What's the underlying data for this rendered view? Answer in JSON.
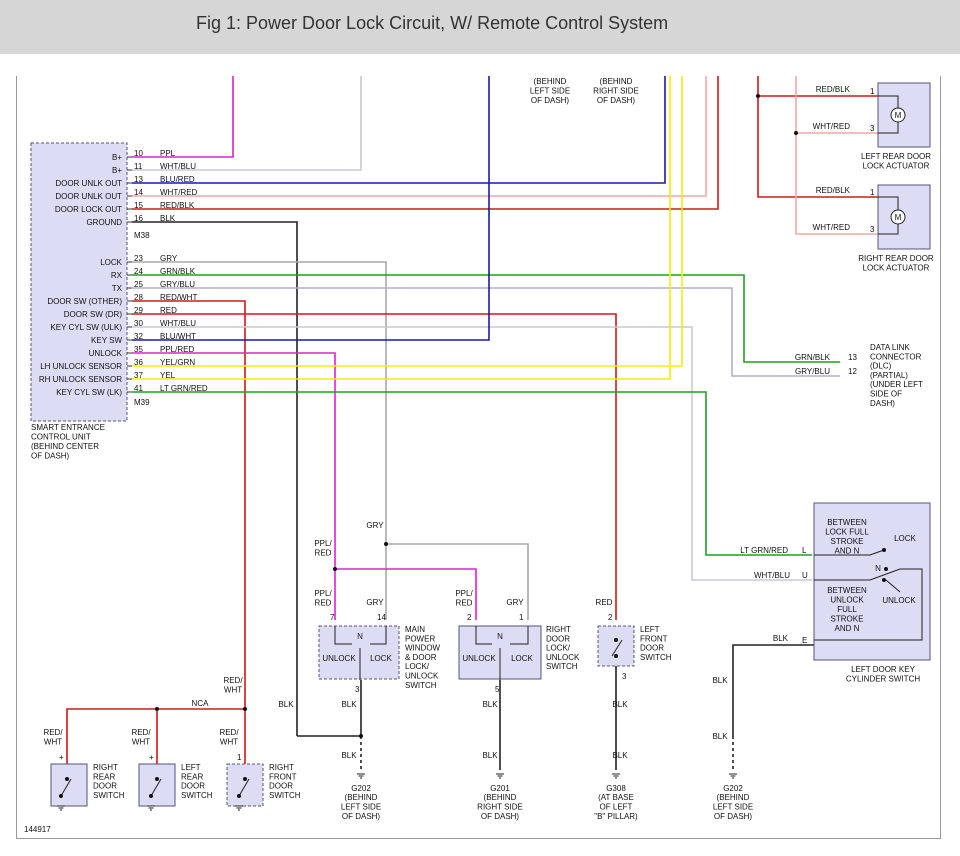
{
  "title": "Fig 1: Power Door Lock Circuit, W/ Remote Control System",
  "figure_number": "144917",
  "colors": {
    "ppl": "#e020d0",
    "wht": "#c8c8d8",
    "blu": "#1a1aa8",
    "red": "#d01818",
    "pink": "#f0a8a8",
    "yel": "#f0f000",
    "grn": "#20a020",
    "gry": "#a8a8a8",
    "blk": "#222222",
    "box_fill": "#dcdcf5"
  },
  "seu": {
    "name_lines": [
      "SMART ENTRANCE",
      "CONTROL UNIT",
      "(BEHIND CENTER",
      "OF DASH)"
    ],
    "connector_a": "M38",
    "connector_b": "M39",
    "pins": [
      {
        "label": "B+",
        "pin": "10",
        "wire": "PPL",
        "color": "ppl"
      },
      {
        "label": "B+",
        "pin": "11",
        "wire": "WHT/BLU",
        "color": "wht"
      },
      {
        "label": "DOOR UNLK OUT",
        "pin": "13",
        "wire": "BLU/RED",
        "color": "blu"
      },
      {
        "label": "DOOR UNLK OUT",
        "pin": "14",
        "wire": "WHT/RED",
        "color": "pink"
      },
      {
        "label": "DOOR LOCK OUT",
        "pin": "15",
        "wire": "RED/BLK",
        "color": "red"
      },
      {
        "label": "GROUND",
        "pin": "16",
        "wire": "BLK",
        "color": "blk"
      },
      {
        "label": "LOCK",
        "pin": "23",
        "wire": "GRY",
        "color": "gry"
      },
      {
        "label": "RX",
        "pin": "24",
        "wire": "GRN/BLK",
        "color": "grn"
      },
      {
        "label": "TX",
        "pin": "25",
        "wire": "GRY/BLU",
        "color": "gry"
      },
      {
        "label": "DOOR SW (OTHER)",
        "pin": "28",
        "wire": "RED/WHT",
        "color": "red"
      },
      {
        "label": "DOOR SW (DR)",
        "pin": "29",
        "wire": "RED",
        "color": "red"
      },
      {
        "label": "KEY CYL SW (ULK)",
        "pin": "30",
        "wire": "WHT/BLU",
        "color": "wht"
      },
      {
        "label": "KEY SW",
        "pin": "32",
        "wire": "BLU/WHT",
        "color": "wht"
      },
      {
        "label": "UNLOCK",
        "pin": "35",
        "wire": "PPL/RED",
        "color": "ppl"
      },
      {
        "label": "LH UNLOCK SENSOR",
        "pin": "36",
        "wire": "YEL/GRN",
        "color": "yel"
      },
      {
        "label": "RH UNLOCK SENSOR",
        "pin": "37",
        "wire": "YEL",
        "color": "yel"
      },
      {
        "label": "KEY CYL SW (LK)",
        "pin": "41",
        "wire": "LT GRN/RED",
        "color": "grn"
      }
    ]
  },
  "dash_notes": {
    "left": [
      "(BEHIND",
      "LEFT SIDE",
      "OF DASH)"
    ],
    "right": [
      "(BEHIND",
      "RIGHT SIDE",
      "OF DASH)"
    ]
  },
  "actuators": [
    {
      "name_lines": [
        "LEFT REAR DOOR",
        "LOCK ACTUATOR"
      ],
      "pin1": "1",
      "wire1": "RED/BLK",
      "pin3": "3",
      "wire3": "WHT/RED"
    },
    {
      "name_lines": [
        "RIGHT REAR DOOR",
        "LOCK ACTUATOR"
      ],
      "pin1": "1",
      "wire1": "RED/BLK",
      "pin3": "3",
      "wire3": "WHT/RED"
    }
  ],
  "motor_symbol": "M",
  "dlc": {
    "name_lines": [
      "DATA LINK",
      "CONNECTOR",
      "(DLC)",
      "(PARTIAL)",
      "(UNDER LEFT",
      "SIDE OF",
      "DASH)"
    ],
    "pins": [
      {
        "pin": "13",
        "wire": "GRN/BLK"
      },
      {
        "pin": "12",
        "wire": "GRY/BLU"
      }
    ]
  },
  "key_cylinder": {
    "name_lines": [
      "LEFT DOOR KEY",
      "CYLINDER SWITCH"
    ],
    "upper_lines": [
      "BETWEEN",
      "LOCK FULL",
      "STROKE",
      "AND N"
    ],
    "lower_lines": [
      "BETWEEN",
      "UNLOCK",
      "FULL",
      "STROKE",
      "AND N"
    ],
    "lock": "LOCK",
    "unlock": "UNLOCK",
    "n": "N",
    "pins": [
      {
        "pin": "L",
        "wire": "LT GRN/RED"
      },
      {
        "pin": "U",
        "wire": "WHT/BLU"
      },
      {
        "pin": "E",
        "wire": "BLK"
      }
    ]
  },
  "main_switch": {
    "name_lines": [
      "MAIN",
      "POWER",
      "WINDOW",
      "& DOOR",
      "LOCK/",
      "UNLOCK",
      "SWITCH"
    ],
    "unlock": "UNLOCK",
    "lock": "LOCK",
    "n": "N",
    "pin_a": "7",
    "pin_b": "14",
    "pin_g": "3",
    "wire_a_lines": [
      "PPL/",
      "RED"
    ],
    "wire_b": "GRY",
    "wire_g": "BLK",
    "junction_ppl_lines": [
      "PPL/",
      "RED"
    ],
    "junction_gry": "GRY"
  },
  "right_switch": {
    "name_lines": [
      "RIGHT",
      "DOOR",
      "LOCK/",
      "UNLOCK",
      "SWITCH"
    ],
    "unlock": "UNLOCK",
    "lock": "LOCK",
    "n": "N",
    "pin_a": "2",
    "pin_b": "1",
    "pin_g": "5",
    "wire_a_lines": [
      "PPL/",
      "RED"
    ],
    "wire_b": "GRY",
    "wire_g": "BLK"
  },
  "left_front_switch": {
    "name_lines": [
      "LEFT",
      "FRONT",
      "DOOR",
      "SWITCH"
    ],
    "pin_a": "2",
    "pin_g": "3",
    "wire_a": "RED",
    "wire_g": "BLK"
  },
  "door_switches": [
    {
      "name_lines": [
        "RIGHT",
        "REAR",
        "DOOR",
        "SWITCH"
      ],
      "pin": "+",
      "wire_lines": [
        "RED/",
        "WHT"
      ]
    },
    {
      "name_lines": [
        "LEFT",
        "REAR",
        "DOOR",
        "SWITCH"
      ],
      "pin": "+",
      "wire_lines": [
        "RED/",
        "WHT"
      ]
    },
    {
      "name_lines": [
        "RIGHT",
        "FRONT",
        "DOOR",
        "SWITCH"
      ],
      "pin": "1",
      "wire_lines": [
        "RED/",
        "WHT"
      ]
    }
  ],
  "nca_label": "NCA",
  "red_wht_junction_lines": [
    "RED/",
    "WHT"
  ],
  "grounds": [
    {
      "id": "G202",
      "lines": [
        "(BEHIND",
        "LEFT SIDE",
        "OF DASH)"
      ],
      "wire": "BLK"
    },
    {
      "id": "G201",
      "lines": [
        "(BEHIND",
        "RIGHT SIDE",
        "OF DASH)"
      ],
      "wire": "BLK"
    },
    {
      "id": "G308",
      "lines": [
        "(AT BASE",
        "OF LEFT",
        "\"B\" PILLAR)"
      ],
      "wire": "BLK"
    },
    {
      "id": "G202",
      "lines": [
        "(BEHIND",
        "LEFT SIDE",
        "OF DASH)"
      ],
      "wire": "BLK"
    }
  ],
  "blk_labels": [
    "BLK",
    "BLK",
    "BLK",
    "BLK",
    "BLK",
    "BLK",
    "BLK",
    "BLK",
    "BLK",
    "BLK"
  ]
}
